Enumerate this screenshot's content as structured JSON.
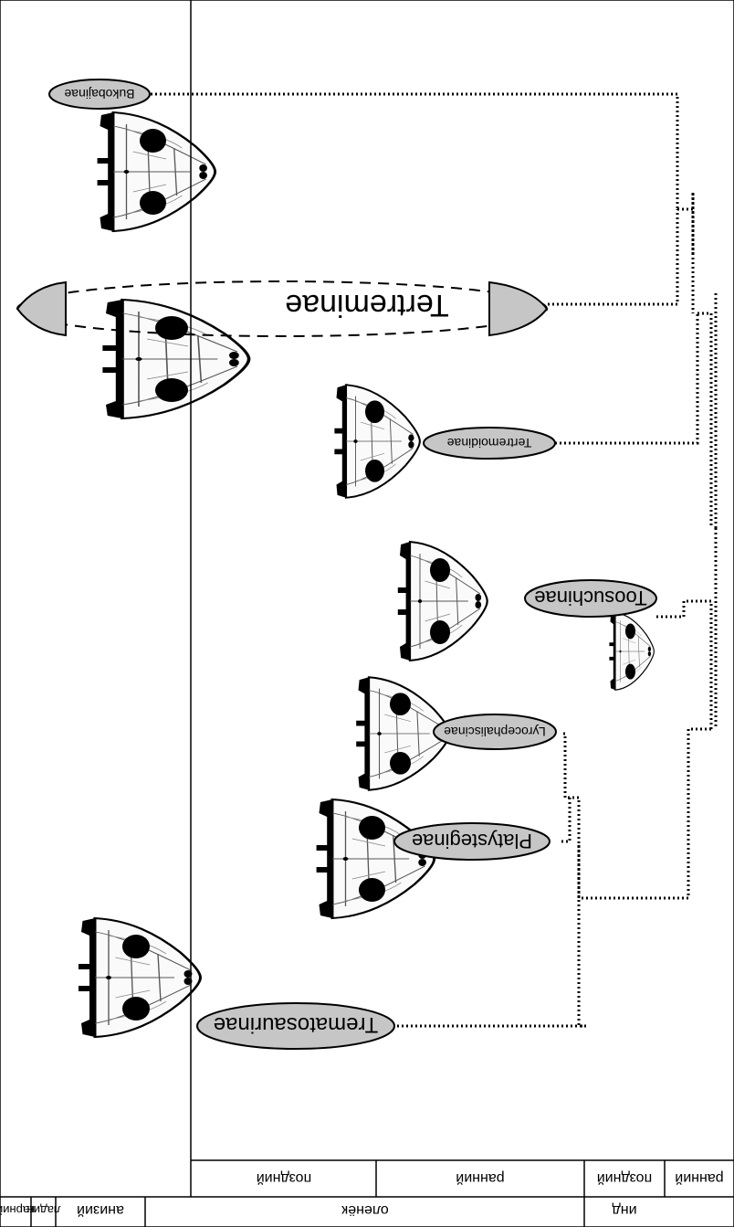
{
  "taxa": [
    {
      "id": "bukobajinae",
      "label": "Bukobajinae"
    },
    {
      "id": "tertreminae",
      "label": "Tertreminae"
    },
    {
      "id": "tertremoidinae",
      "label": "Tertremoidinae"
    },
    {
      "id": "toosuchinae",
      "label": "Toosuchinae"
    },
    {
      "id": "lyrocephaliscinae",
      "label": "Lyrocephaliscinae"
    },
    {
      "id": "platysteginae",
      "label": "Platysteginae"
    },
    {
      "id": "trematosaurinae",
      "label": "Trematosaurinae"
    }
  ],
  "timescale": {
    "epochs": [
      {
        "id": "indian",
        "label": "инд"
      },
      {
        "id": "olenekian",
        "label": "оленёк"
      },
      {
        "id": "anisian",
        "label": "анизий"
      },
      {
        "id": "ladinian",
        "label": "ладин"
      },
      {
        "id": "carnian",
        "label": "карний"
      }
    ],
    "subdivisions": [
      {
        "id": "indian-early",
        "label": "ранний"
      },
      {
        "id": "indian-late",
        "label": "поздний"
      },
      {
        "id": "olenekian-early",
        "label": "ранний"
      },
      {
        "id": "olenekian-late",
        "label": "поздний"
      }
    ]
  },
  "colors": {
    "ellipse_fill": "#c6c6c6",
    "line": "#000000",
    "skull_fill": "#fafafa"
  }
}
